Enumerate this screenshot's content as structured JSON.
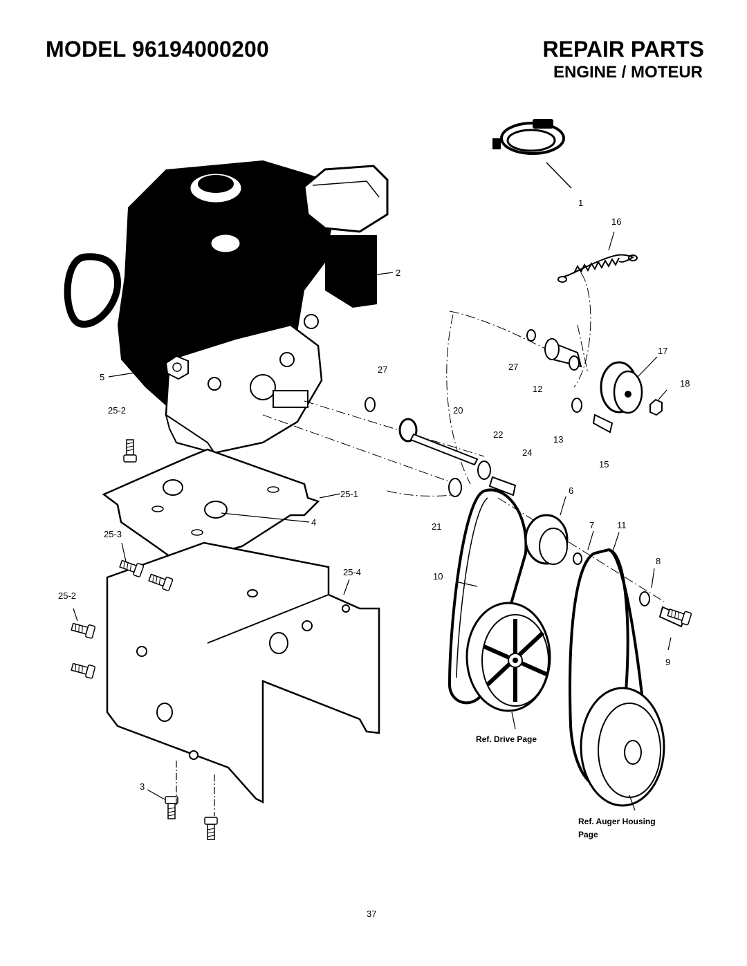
{
  "header": {
    "model": "MODEL 96194000200",
    "title": "REPAIR PARTS",
    "section": "ENGINE / MOTEUR"
  },
  "callouts": {
    "c1": "1",
    "c2": "2",
    "c3": "3",
    "c4": "4",
    "c5": "5",
    "c6": "6",
    "c7": "7",
    "c8": "8",
    "c9": "9",
    "c10": "10",
    "c11": "11",
    "c12": "12",
    "c13": "13",
    "c15": "15",
    "c16": "16",
    "c17": "17",
    "c18": "18",
    "c20": "20",
    "c21": "21",
    "c22": "22",
    "c24": "24",
    "c27a": "27",
    "c27b": "27",
    "c25_1": "25-1",
    "c25_2a": "25-2",
    "c25_2b": "25-2",
    "c25_3": "25-3",
    "c25_4": "25-4"
  },
  "references": {
    "drive": "Ref. Drive Page",
    "auger_line1": "Ref. Auger Housing",
    "auger_line2": "Page"
  },
  "page_number": "37"
}
